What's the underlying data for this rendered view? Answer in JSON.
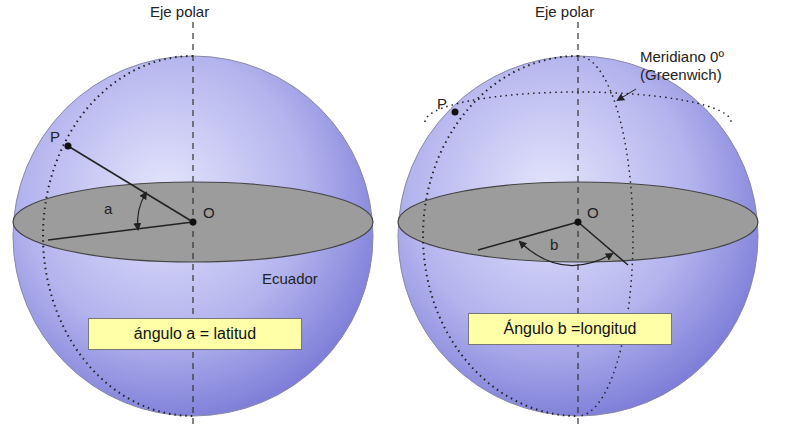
{
  "diagram": {
    "nodes": [
      {
        "text": [
          "ángulo a = latitud"
        ]
      },
      {
        "text": [
          "Ángulo b =longitud"
        ]
      }
    ],
    "labels": [
      "Eje polar",
      "P",
      "a",
      "O",
      "Ecuador",
      "Eje polar",
      "Meridiano 0º (Greenwich)",
      "P",
      "O",
      "b"
    ]
  }
}
